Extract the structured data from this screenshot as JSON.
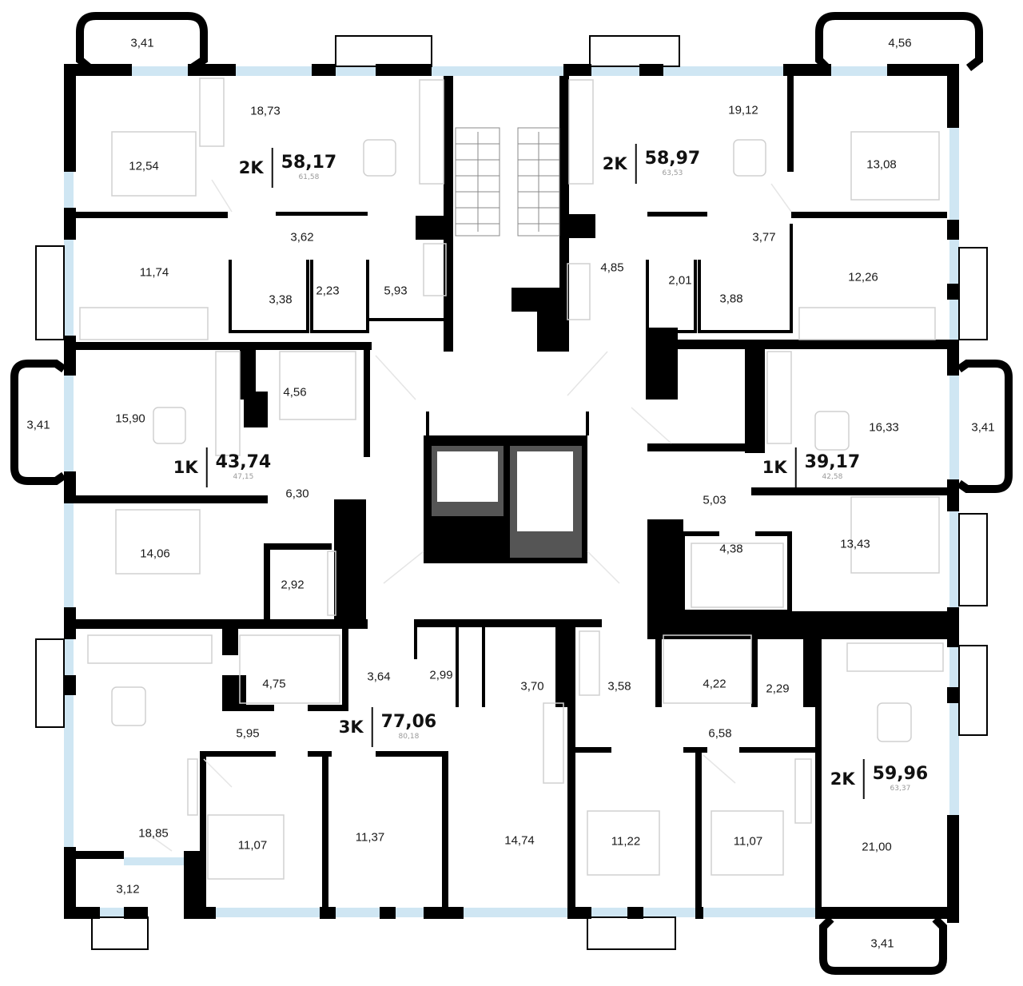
{
  "colors": {
    "wall": "#000000",
    "window": "#cfe6f3",
    "elevator_fill": "#555555",
    "elevator_inner": "#ffffff",
    "fixture_line": "#d0d0d0",
    "room_label": "#1a1a1a",
    "subtotal": "#999999"
  },
  "apartments": [
    {
      "type": "2K",
      "area": "58,17",
      "total": "61,58"
    },
    {
      "type": "2K",
      "area": "58,97",
      "total": "63,53"
    },
    {
      "type": "1K",
      "area": "43,74",
      "total": "47,15"
    },
    {
      "type": "1K",
      "area": "39,17",
      "total": "42,58"
    },
    {
      "type": "3K",
      "area": "77,06",
      "total": "80,18"
    },
    {
      "type": "2K",
      "area": "59,96",
      "total": "63,37"
    }
  ],
  "rooms": [
    "3,41",
    "4,56",
    "18,73",
    "19,12",
    "12,54",
    "13,08",
    "3,62",
    "3,77",
    "11,74",
    "3,38",
    "2,23",
    "5,93",
    "4,85",
    "2,01",
    "3,88",
    "12,26",
    "3,41",
    "15,90",
    "4,56",
    "16,33",
    "3,41",
    "6,30",
    "5,03",
    "14,06",
    "13,43",
    "2,92",
    "4,38",
    "4,75",
    "3,64",
    "2,99",
    "3,70",
    "3,58",
    "4,22",
    "2,29",
    "5,95",
    "6,58",
    "18,85",
    "11,07",
    "11,37",
    "14,74",
    "11,22",
    "11,07",
    "21,00",
    "3,12",
    "3,41"
  ]
}
